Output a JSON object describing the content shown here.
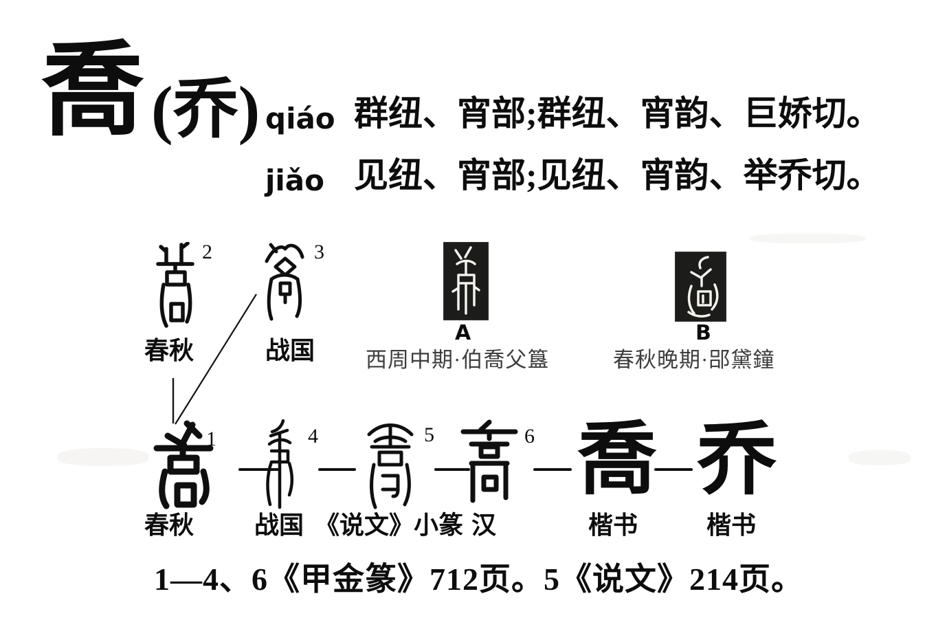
{
  "entry": {
    "headword": "喬",
    "variant": "(乔)",
    "readings": [
      {
        "pinyin": "qiáo",
        "phonology": "群纽、宵部;群纽、宵韵、巨娇切。"
      },
      {
        "pinyin": "jiǎo",
        "phonology": "见纽、宵部;见纽、宵韵、举乔切。"
      }
    ]
  },
  "forms_top": [
    {
      "number": "2",
      "era": "春秋"
    },
    {
      "number": "3",
      "era": "战国"
    }
  ],
  "rubbings": [
    {
      "label": "A",
      "caption": "西周中期·伯喬父簋"
    },
    {
      "label": "B",
      "caption": "春秋晚期·郘黛鐘"
    }
  ],
  "evolution": {
    "forms": [
      {
        "number": "1",
        "era": "春秋"
      },
      {
        "number": "4",
        "era": "战国"
      },
      {
        "number": "5",
        "era": "《说文》小篆"
      },
      {
        "number": "6",
        "era": "汉"
      },
      {
        "glyph": "喬",
        "era": "楷书"
      },
      {
        "glyph": "乔",
        "era": "楷书"
      }
    ]
  },
  "footnote": "1—4、6《甲金篆》712页。5《说文》214页。"
}
